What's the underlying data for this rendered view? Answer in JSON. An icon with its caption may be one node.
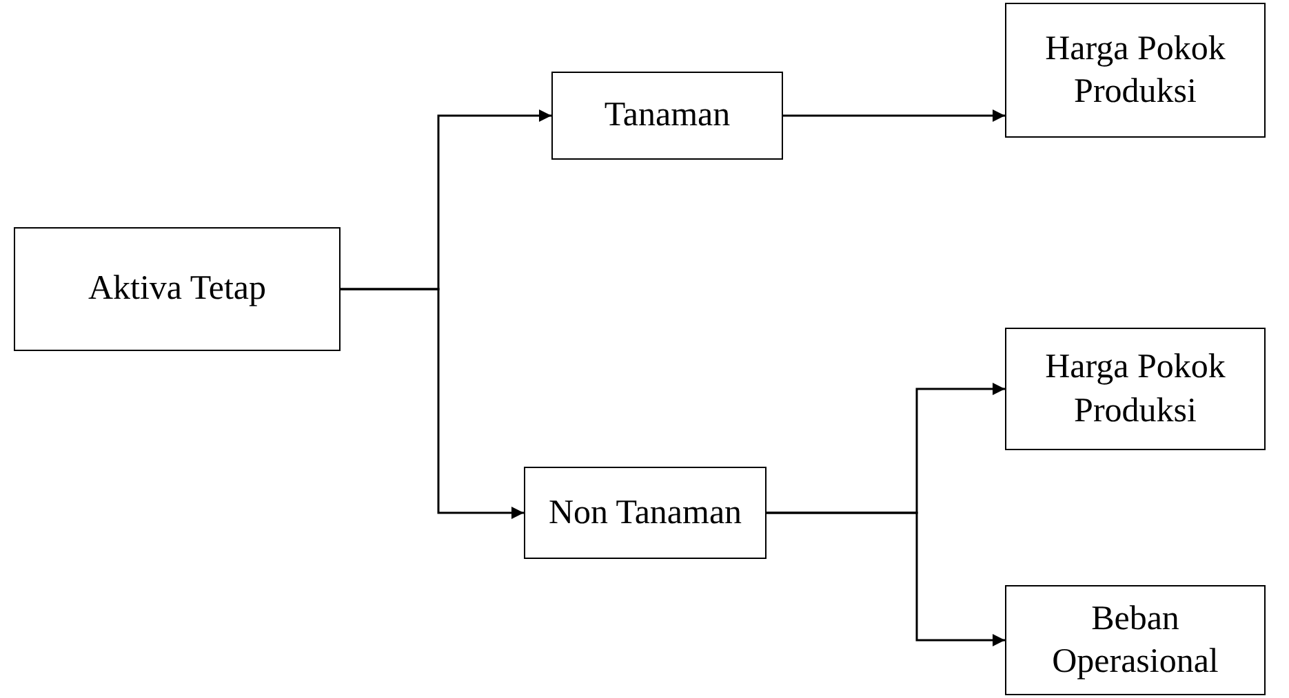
{
  "diagram": {
    "nodes": [
      {
        "text": [
          "Aktiva Tetap"
        ]
      },
      {
        "text": [
          "Tanaman"
        ]
      },
      {
        "text": [
          "Harga Pokok Produksi"
        ]
      },
      {
        "text": [
          "Non Tanaman"
        ]
      },
      {
        "text": [
          "Harga Pokok Produksi"
        ]
      },
      {
        "text": [
          "Beban Operasional"
        ]
      }
    ],
    "edges": [
      {
        "from": 0,
        "to": 1,
        "arrow": "to"
      },
      {
        "from": 0,
        "to": 3,
        "arrow": "to"
      },
      {
        "from": 1,
        "to": 2,
        "arrow": "to"
      },
      {
        "from": 3,
        "to": 4,
        "arrow": "to"
      },
      {
        "from": 3,
        "to": 5,
        "arrow": "to"
      }
    ]
  }
}
